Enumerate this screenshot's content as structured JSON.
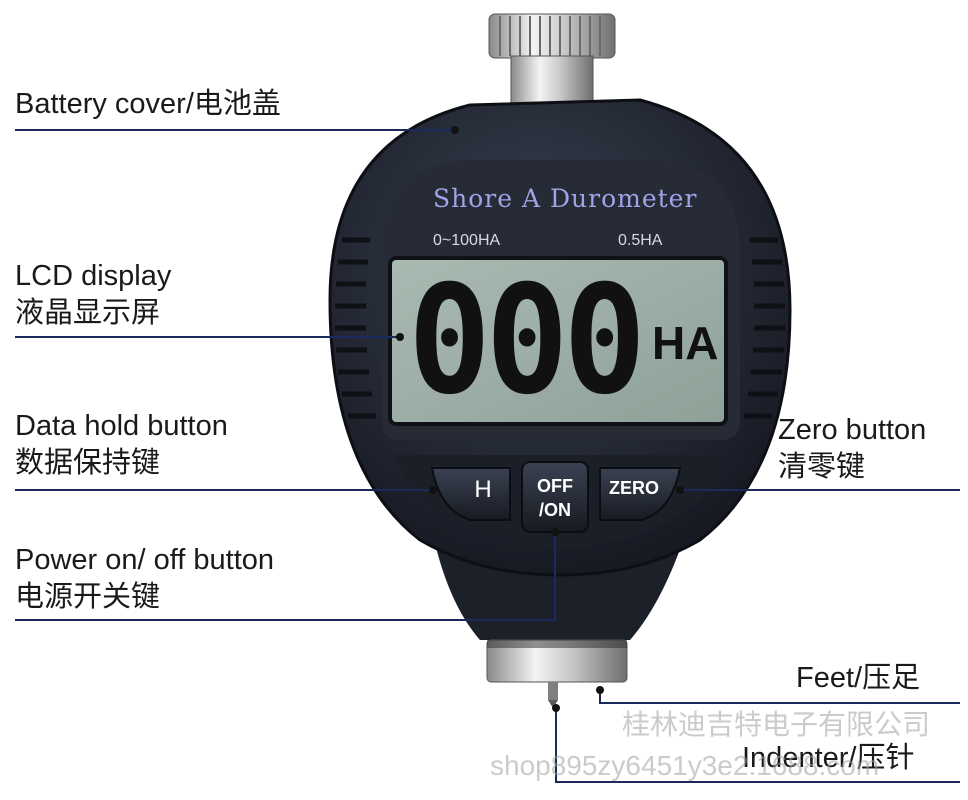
{
  "labels": {
    "battery_cover": "Battery cover/电池盖",
    "lcd_display_en": "LCD display",
    "lcd_display_cn": "液晶显示屏",
    "data_hold_en": "Data hold button",
    "data_hold_cn": "数据保持键",
    "power_en": "Power on/ off button",
    "power_cn": "电源开关键",
    "zero_en": "Zero button",
    "zero_cn": "清零键",
    "feet": "Feet/压足",
    "indenter": "Indenter/压针"
  },
  "device": {
    "title": "Shore A Durometer",
    "range": "0~100HA",
    "resolution": "0.5HA",
    "reading": "000",
    "unit": "HA",
    "buttons": {
      "hold": "H",
      "power_line1": "OFF",
      "power_line2": "/ON",
      "zero": "ZERO"
    }
  },
  "watermark": {
    "company": "桂林迪吉特电子有限公司",
    "shop": "shop895zy6451y3e2.1688.com"
  },
  "colors": {
    "body": "#1f2430",
    "lcd": "#9fb1a8",
    "title_text": "#9fa3e8"
  }
}
